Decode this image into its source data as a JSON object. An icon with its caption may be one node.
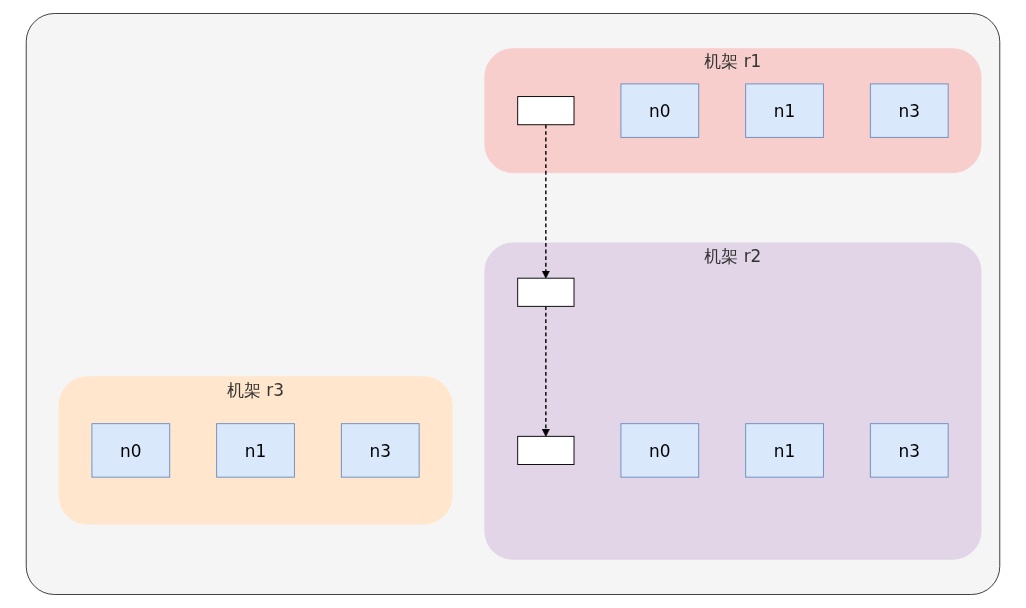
{
  "diagram": {
    "nodes": [
      {
        "text": [],
        "shape": "box"
      },
      {
        "text": [
          "机架 r1"
        ],
        "in": 0
      },
      {
        "text": [
          "n0"
        ],
        "in": 1
      },
      {
        "text": [
          "n1"
        ],
        "in": 1
      },
      {
        "text": [
          "n3"
        ],
        "in": 1
      },
      {
        "text": [
          "机架 r2"
        ],
        "in": 0
      },
      {
        "text": [
          "n0"
        ],
        "in": 5
      },
      {
        "text": [
          "n1"
        ],
        "in": 5
      },
      {
        "text": [
          "n3"
        ],
        "in": 5
      },
      {
        "text": [
          "机架 r3"
        ],
        "in": 0
      },
      {
        "text": [
          "n0"
        ],
        "in": 9
      },
      {
        "text": [
          "n1"
        ],
        "in": 9
      },
      {
        "text": [
          "n3"
        ],
        "in": 9
      },
      {
        "text": [],
        "shape": "box",
        "in": 1
      },
      {
        "text": [],
        "shape": "box",
        "in": 5
      },
      {
        "text": [],
        "shape": "box",
        "in": 5
      }
    ],
    "edges": [
      {
        "from": 13,
        "to": 14,
        "arrow": "to",
        "style": "dashed"
      },
      {
        "from": 14,
        "to": 15,
        "arrow": "to",
        "style": "dashed"
      }
    ]
  }
}
